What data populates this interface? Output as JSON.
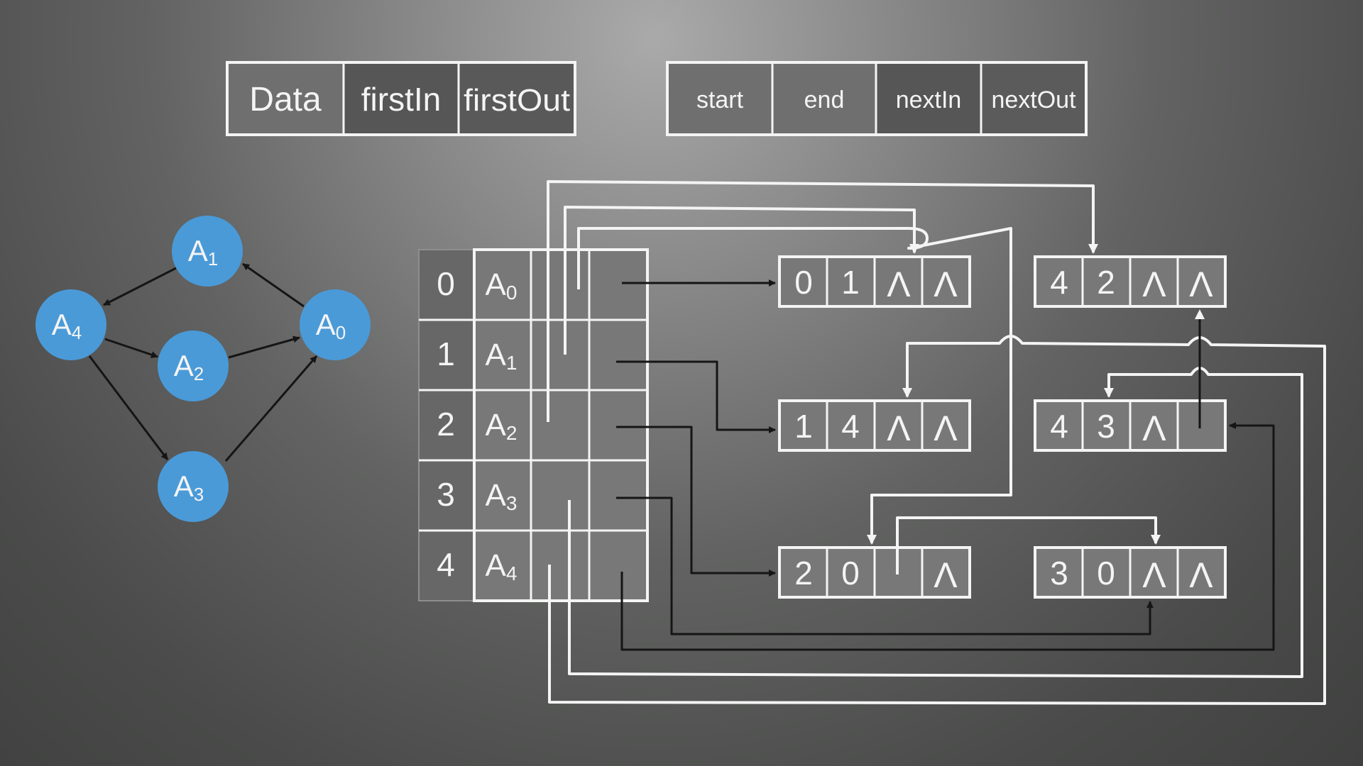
{
  "vertex_node_structure": {
    "fields": [
      "Data",
      "firstIn",
      "firstOut"
    ],
    "fill": [
      "#6e6f6e",
      "#555655",
      "#585958"
    ]
  },
  "arc_node_structure": {
    "fields": [
      "start",
      "end",
      "nextIn",
      "nextOut"
    ],
    "fill": [
      "#6e6f6e",
      "#6e6f6e",
      "#555655",
      "#5a5b5a"
    ]
  },
  "graph": {
    "vertices": [
      {
        "id": "A0",
        "base": "A",
        "sub": "0"
      },
      {
        "id": "A1",
        "base": "A",
        "sub": "1"
      },
      {
        "id": "A2",
        "base": "A",
        "sub": "2"
      },
      {
        "id": "A3",
        "base": "A",
        "sub": "3"
      },
      {
        "id": "A4",
        "base": "A",
        "sub": "4"
      }
    ],
    "edges": [
      {
        "from": "A0",
        "to": "A1"
      },
      {
        "from": "A1",
        "to": "A4"
      },
      {
        "from": "A4",
        "to": "A2"
      },
      {
        "from": "A2",
        "to": "A0"
      },
      {
        "from": "A4",
        "to": "A3"
      },
      {
        "from": "A3",
        "to": "A0"
      }
    ],
    "node_color": "#4a9ad8"
  },
  "vertex_table": {
    "rows": [
      {
        "index": "0",
        "base": "A",
        "sub": "0"
      },
      {
        "index": "1",
        "base": "A",
        "sub": "1"
      },
      {
        "index": "2",
        "base": "A",
        "sub": "2"
      },
      {
        "index": "3",
        "base": "A",
        "sub": "3"
      },
      {
        "index": "4",
        "base": "A",
        "sub": "4"
      }
    ]
  },
  "arc_nodes": [
    {
      "id": "arc-0-1",
      "cells": [
        "0",
        "1",
        "Λ",
        "Λ"
      ]
    },
    {
      "id": "arc-4-2",
      "cells": [
        "4",
        "2",
        "Λ",
        "Λ"
      ]
    },
    {
      "id": "arc-1-4",
      "cells": [
        "1",
        "4",
        "Λ",
        "Λ"
      ]
    },
    {
      "id": "arc-4-3",
      "cells": [
        "4",
        "3",
        "Λ",
        ""
      ]
    },
    {
      "id": "arc-2-0",
      "cells": [
        "2",
        "0",
        "",
        "Λ"
      ]
    },
    {
      "id": "arc-3-0",
      "cells": [
        "3",
        "0",
        "Λ",
        "Λ"
      ]
    }
  ],
  "colors": {
    "line": "#f4f4f4",
    "arrow_dark": "#151515",
    "table_fill": "#777877"
  }
}
